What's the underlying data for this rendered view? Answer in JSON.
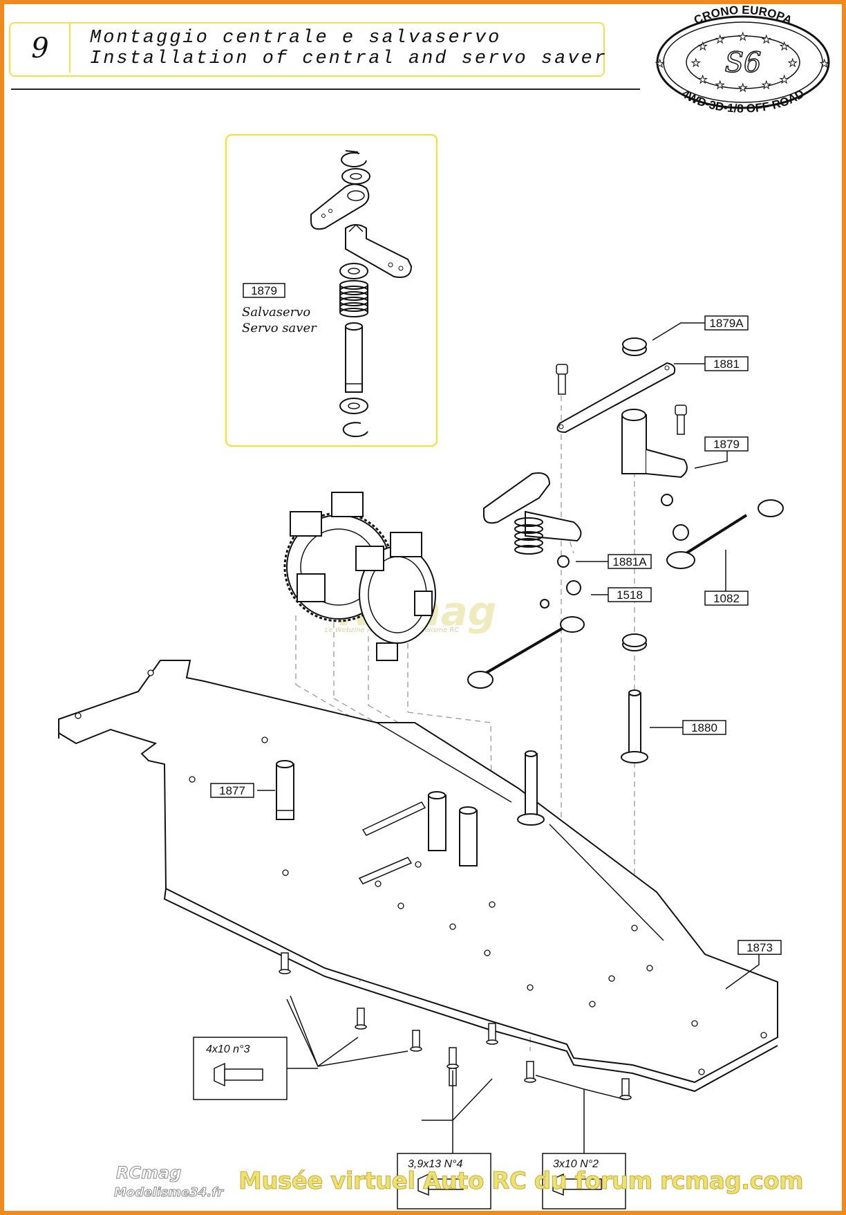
{
  "header": {
    "step_number": "9",
    "title_it": "Montaggio centrale e salvaservo",
    "title_en": "Installation of central and servo saver"
  },
  "logo": {
    "top_text": "CRONO EUROPA",
    "center_text": "S6",
    "bottom_text": "4WD-3D-1/8 OFF ROAD"
  },
  "inset": {
    "part_number": "1879",
    "caption_it": "Salvaservo",
    "caption_en": "Servo saver"
  },
  "part_labels": [
    {
      "id": "1879A"
    },
    {
      "id": "1881"
    },
    {
      "id": "1879"
    },
    {
      "id": "1881A"
    },
    {
      "id": "1518"
    },
    {
      "id": "1082"
    },
    {
      "id": "1880"
    },
    {
      "id": "1877"
    },
    {
      "id": "1873"
    }
  ],
  "screws": {
    "screw_a": "4x10  n°3",
    "screw_b": "3,9x13  N°4",
    "screw_c": "3x10  N°2"
  },
  "watermark": {
    "logo": "RCmag",
    "tagline": "Le Webzine Amateur du Modélisme RC"
  },
  "footer": {
    "logo_rc": "RCmag",
    "logo_site": "Modelisme34.fr",
    "caption": "Musée virtuel Auto RC du forum rcmag.com"
  },
  "colors": {
    "frame": "#f08a1c",
    "highlight_box": "#f2e24a",
    "footer_text": "#ece270",
    "line": "#111111"
  }
}
